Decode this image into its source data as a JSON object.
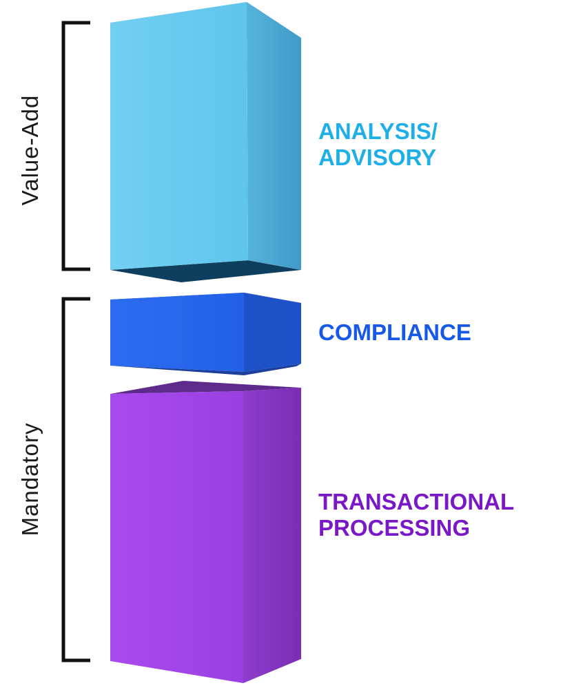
{
  "brackets": [
    {
      "id": "value-add",
      "label": "Value-Add"
    },
    {
      "id": "mandatory",
      "label": "Mandatory"
    }
  ],
  "blocks": [
    {
      "id": "analysis-advisory",
      "lines": [
        "ANALYSIS/",
        "ADVISORY"
      ],
      "color": "#1EAEE8",
      "face_color": "#6ECDEF",
      "side_color": "#4AA8CE",
      "top_color": "#3C93BC"
    },
    {
      "id": "compliance",
      "lines": [
        "COMPLIANCE"
      ],
      "color": "#1659EA",
      "face_color": "#2A68EE",
      "side_color": "#1F4FC4",
      "top_color": "#1A49B8"
    },
    {
      "id": "transactional-processing",
      "lines": [
        "TRANSACTIONAL",
        "PROCESSING"
      ],
      "color": "#7A18C8",
      "face_color": "#A347E8",
      "side_color": "#8A37C8",
      "top_color": "#6A2A98"
    }
  ]
}
